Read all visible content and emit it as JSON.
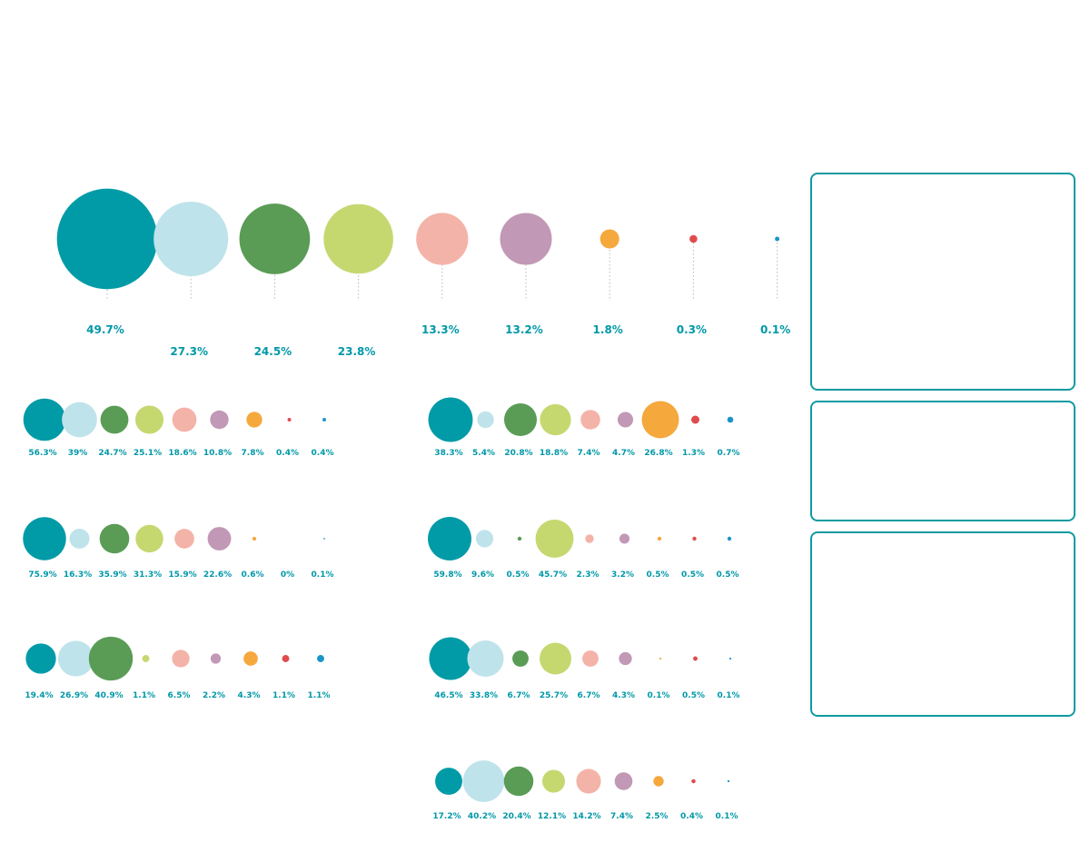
{
  "palette": [
    "#009ba7",
    "#bfe3ea",
    "#5a9c56",
    "#c5d870",
    "#f4b3a8",
    "#c198b5",
    "#f5a83c",
    "#e04b4e",
    "#1a95c8"
  ],
  "chart_data": [
    {
      "type": "bubble",
      "id": "main",
      "values": [
        49.7,
        27.3,
        24.5,
        23.8,
        13.3,
        13.2,
        1.8,
        0.3,
        0.1
      ],
      "labels": [
        "49.7%",
        "27.3%",
        "24.5%",
        "23.8%",
        "13.3%",
        "13.2%",
        "1.8%",
        "0.3%",
        "0.1%"
      ]
    },
    {
      "type": "bubble",
      "id": "small-1",
      "values": [
        56.3,
        39,
        24.7,
        25.1,
        18.6,
        10.8,
        7.8,
        0.4,
        0.4
      ],
      "labels": [
        "56.3%",
        "39%",
        "24.7%",
        "25.1%",
        "18.6%",
        "10.8%",
        "7.8%",
        "0.4%",
        "0.4%"
      ]
    },
    {
      "type": "bubble",
      "id": "small-2",
      "values": [
        38.3,
        5.4,
        20.8,
        18.8,
        7.4,
        4.7,
        26.8,
        1.3,
        0.7
      ],
      "labels": [
        "38.3%",
        "5.4%",
        "20.8%",
        "18.8%",
        "7.4%",
        "4.7%",
        "26.8%",
        "1.3%",
        "0.7%"
      ]
    },
    {
      "type": "bubble",
      "id": "small-3",
      "values": [
        75.9,
        16.3,
        35.9,
        31.3,
        15.9,
        22.6,
        0.6,
        0,
        0.1
      ],
      "labels": [
        "75.9%",
        "16.3%",
        "35.9%",
        "31.3%",
        "15.9%",
        "22.6%",
        "0.6%",
        "0%",
        "0.1%"
      ]
    },
    {
      "type": "bubble",
      "id": "small-4",
      "values": [
        59.8,
        9.6,
        0.5,
        45.7,
        2.3,
        3.2,
        0.5,
        0.5,
        0.5
      ],
      "labels": [
        "59.8%",
        "9.6%",
        "0.5%",
        "45.7%",
        "2.3%",
        "3.2%",
        "0.5%",
        "0.5%",
        "0.5%"
      ]
    },
    {
      "type": "bubble",
      "id": "small-5",
      "values": [
        19.4,
        26.9,
        40.9,
        1.1,
        6.5,
        2.2,
        4.3,
        1.1,
        1.1
      ],
      "labels": [
        "19.4%",
        "26.9%",
        "40.9%",
        "1.1%",
        "6.5%",
        "2.2%",
        "4.3%",
        "1.1%",
        "1.1%"
      ]
    },
    {
      "type": "bubble",
      "id": "small-6",
      "values": [
        46.5,
        33.8,
        6.7,
        25.7,
        6.7,
        4.3,
        0.1,
        0.5,
        0.1
      ],
      "labels": [
        "46.5%",
        "33.8%",
        "6.7%",
        "25.7%",
        "6.7%",
        "4.3%",
        "0.1%",
        "0.5%",
        "0.1%"
      ]
    },
    {
      "type": "bubble",
      "id": "small-7",
      "values": [
        17.2,
        40.2,
        20.4,
        12.1,
        14.2,
        7.4,
        2.5,
        0.4,
        0.1
      ],
      "labels": [
        "17.2%",
        "40.2%",
        "20.4%",
        "12.1%",
        "14.2%",
        "7.4%",
        "2.5%",
        "0.4%",
        "0.1%"
      ]
    }
  ]
}
